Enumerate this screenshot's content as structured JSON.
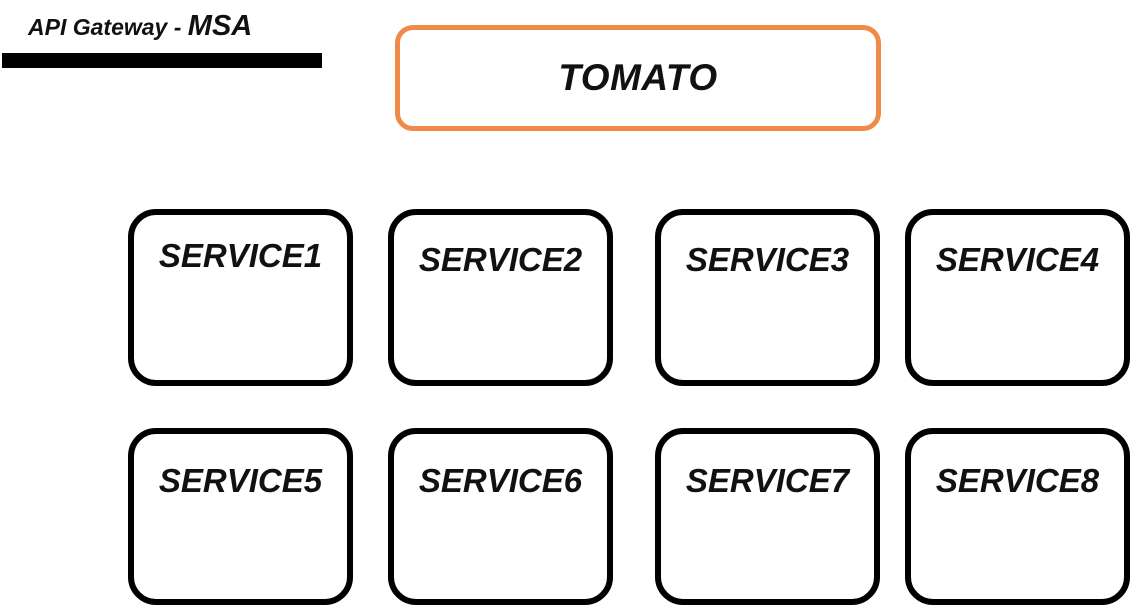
{
  "heading": {
    "part1": "API Gateway - ",
    "part2": "MSA"
  },
  "gateway": {
    "label": "TOMATO",
    "border_color": "#f08a48"
  },
  "services": [
    {
      "label": "SERVICE1"
    },
    {
      "label": "SERVICE2"
    },
    {
      "label": "SERVICE3"
    },
    {
      "label": "SERVICE4"
    },
    {
      "label": "SERVICE5"
    },
    {
      "label": "SERVICE6"
    },
    {
      "label": "SERVICE7"
    },
    {
      "label": "SERVICE8"
    }
  ]
}
